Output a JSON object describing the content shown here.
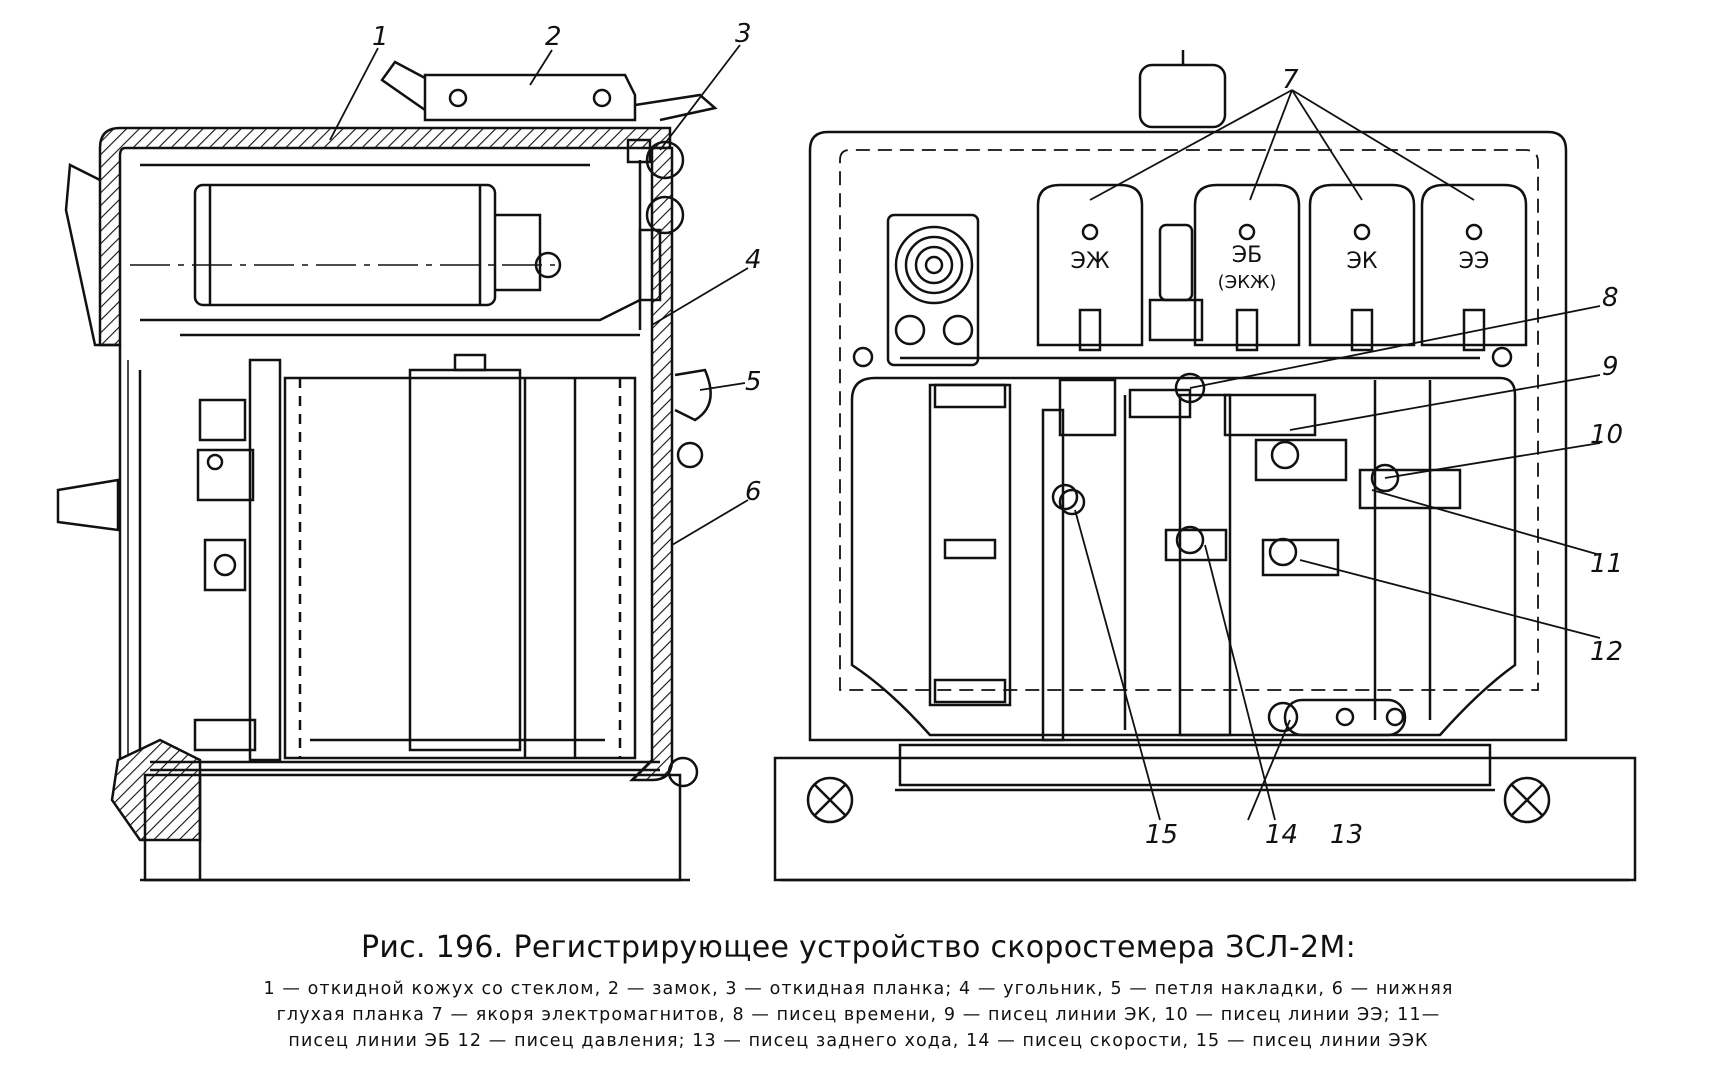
{
  "caption": {
    "title": "Рис. 196. Регистрирующее устройство скоростемера ЗСЛ-2М:",
    "legend_lines": [
      "1 — откидной кожух со стеклом, 2 — замок, 3 — откидная планка; 4 — угольник, 5 — петля накладки, 6 — нижняя",
      "глухая планка 7 — якоря электромагнитов, 8 — писец времени, 9 — писец линии ЭК, 10 — писец линии ЭЭ; 11—",
      "писец линии ЭБ 12 — писец давления; 13 — писец заднего хода, 14 — писец скорости, 15 — писец линии ЭЭК"
    ]
  },
  "callouts": {
    "c1": "1",
    "c2": "2",
    "c3": "3",
    "c4": "4",
    "c5": "5",
    "c6": "6",
    "c7": "7",
    "c8": "8",
    "c9": "9",
    "c10": "10",
    "c11": "11",
    "c12": "12",
    "c13": "13",
    "c14": "14",
    "c15": "15"
  },
  "magnet_labels": {
    "m1": "ЭЖ",
    "m2": "ЭБ",
    "m2_sub": "(ЭКЖ)",
    "m3": "ЭК",
    "m4": "ЭЭ"
  }
}
